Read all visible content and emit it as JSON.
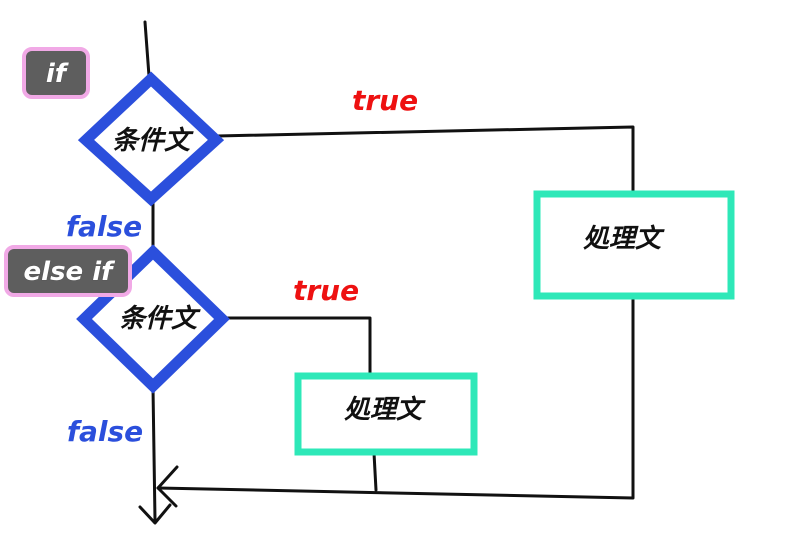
{
  "tags": {
    "if_label": "if",
    "else_if_label": "else if"
  },
  "conditions": {
    "first": "条件文",
    "second": "条件文"
  },
  "processes": {
    "first": "処理文",
    "second": "処理文"
  },
  "branches": {
    "first_true": "true",
    "first_false": "false",
    "second_true": "true",
    "second_false": "false"
  },
  "colors": {
    "diamond_border": "#2b4fdc",
    "process_border": "#2ee8b8",
    "true_text": "#ee1111",
    "false_text": "#2b4fdc",
    "tag_fill": "#5e5e5e",
    "tag_border": "#f1a9e6",
    "line": "#111111"
  }
}
